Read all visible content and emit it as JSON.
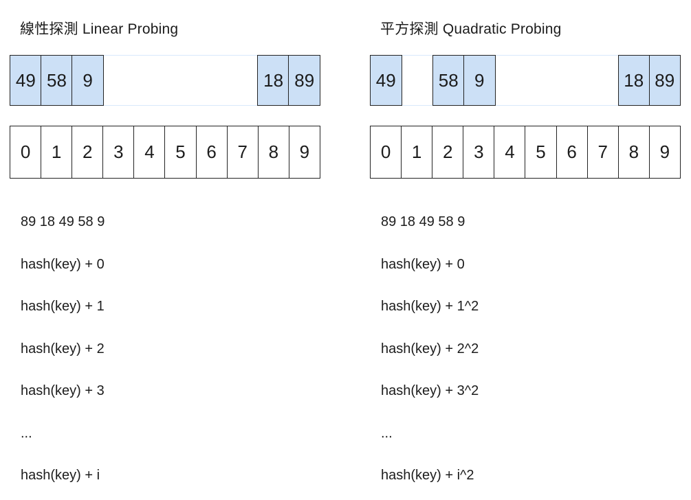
{
  "colors": {
    "filled_cell_fill": "#cce0f6",
    "filled_cell_border": "#222222",
    "empty_row_rule": "#d9e8fb",
    "index_border": "#222222",
    "text": "#1c1c1c",
    "background": "#ffffff"
  },
  "panels": [
    {
      "title": "線性探測 Linear Probing",
      "slots": [
        "49",
        "58",
        "9",
        "",
        "",
        "",
        "",
        "",
        "18",
        "89"
      ],
      "indices": [
        "0",
        "1",
        "2",
        "3",
        "4",
        "5",
        "6",
        "7",
        "8",
        "9"
      ],
      "lines": [
        "89 18 49 58 9",
        "hash(key) + 0",
        "hash(key) + 1",
        "hash(key) + 2",
        "hash(key) + 3",
        "...",
        "hash(key) + i"
      ]
    },
    {
      "title": "平方探測 Quadratic Probing",
      "slots": [
        "49",
        "",
        "58",
        "9",
        "",
        "",
        "",
        "",
        "18",
        "89"
      ],
      "indices": [
        "0",
        "1",
        "2",
        "3",
        "4",
        "5",
        "6",
        "7",
        "8",
        "9"
      ],
      "lines": [
        "89 18 49 58 9",
        "hash(key) + 0",
        "hash(key) + 1^2",
        "hash(key) + 2^2",
        "hash(key) + 3^2",
        "...",
        "hash(key) + i^2"
      ]
    }
  ]
}
